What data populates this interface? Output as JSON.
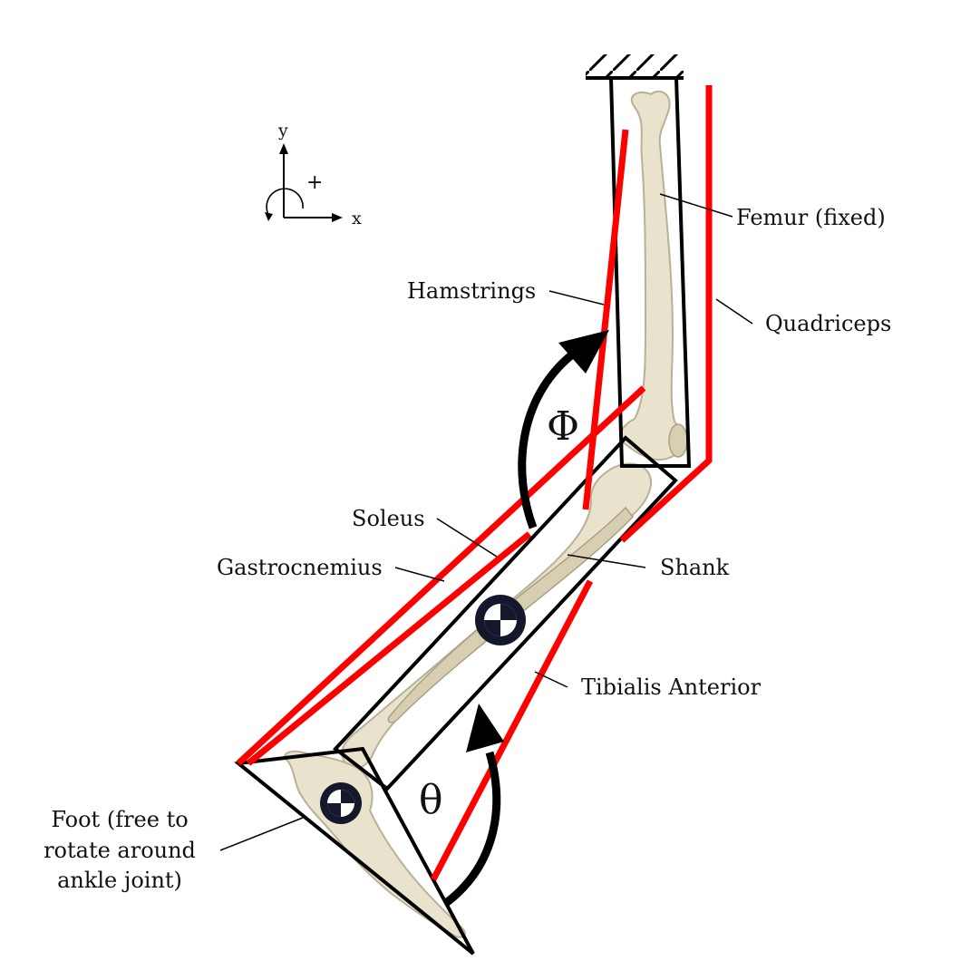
{
  "labels": {
    "femur": "Femur (fixed)",
    "hamstrings": "Hamstrings",
    "quadriceps": "Quadriceps",
    "soleus": "Soleus",
    "gastrocnemius": "Gastrocnemius",
    "shank": "Shank",
    "tibialis_anterior": "Tibialis Anterior",
    "foot_line1": "Foot (free to",
    "foot_line2": "rotate around",
    "foot_line3": "ankle joint)"
  },
  "angles": {
    "knee": "Φ",
    "ankle": "θ"
  },
  "axes": {
    "y": "y",
    "x": "x",
    "rotation_sign": "+"
  },
  "colors": {
    "muscle": "#ff0000",
    "segment": "#000000",
    "bone": "#e9e2cc"
  },
  "icons": {
    "center_of_mass": "center-of-mass-icon",
    "fixed_support": "hatched-ground-icon"
  }
}
